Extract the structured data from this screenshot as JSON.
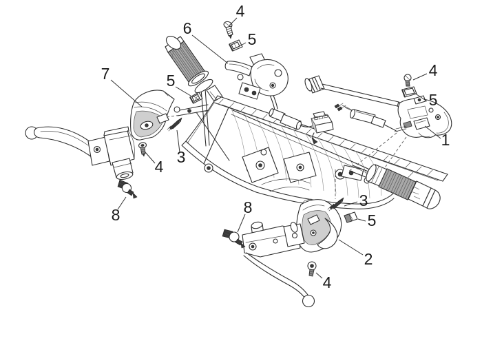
{
  "colors": {
    "background": "#ffffff",
    "line": "#2e2e2e",
    "knurl_gray": "#a9a9a9",
    "interior_gray": "#cfcfcf",
    "dark_fill": "#3a3a3a",
    "label_color": "#1b1b1b"
  },
  "callouts": [
    {
      "ref": "screw-4-top",
      "label": "4"
    },
    {
      "ref": "left-switch-assembly",
      "label": "6"
    },
    {
      "ref": "button-5-top",
      "label": "5"
    },
    {
      "ref": "screw-4-right",
      "label": "4"
    },
    {
      "ref": "button-5-right",
      "label": "5"
    },
    {
      "ref": "right-switch-assembly",
      "label": "1"
    },
    {
      "ref": "left-cover",
      "label": "7"
    },
    {
      "ref": "button-5-left",
      "label": "5"
    },
    {
      "ref": "screw-3-left",
      "label": "3"
    },
    {
      "ref": "screw-4-left",
      "label": "4"
    },
    {
      "ref": "bulb-left",
      "label": "8"
    },
    {
      "ref": "bulb-center",
      "label": "8"
    },
    {
      "ref": "screw-3-right",
      "label": "3"
    },
    {
      "ref": "button-5-bottom",
      "label": "5"
    },
    {
      "ref": "right-cover",
      "label": "2"
    },
    {
      "ref": "screw-4-bottom",
      "label": "4"
    }
  ]
}
